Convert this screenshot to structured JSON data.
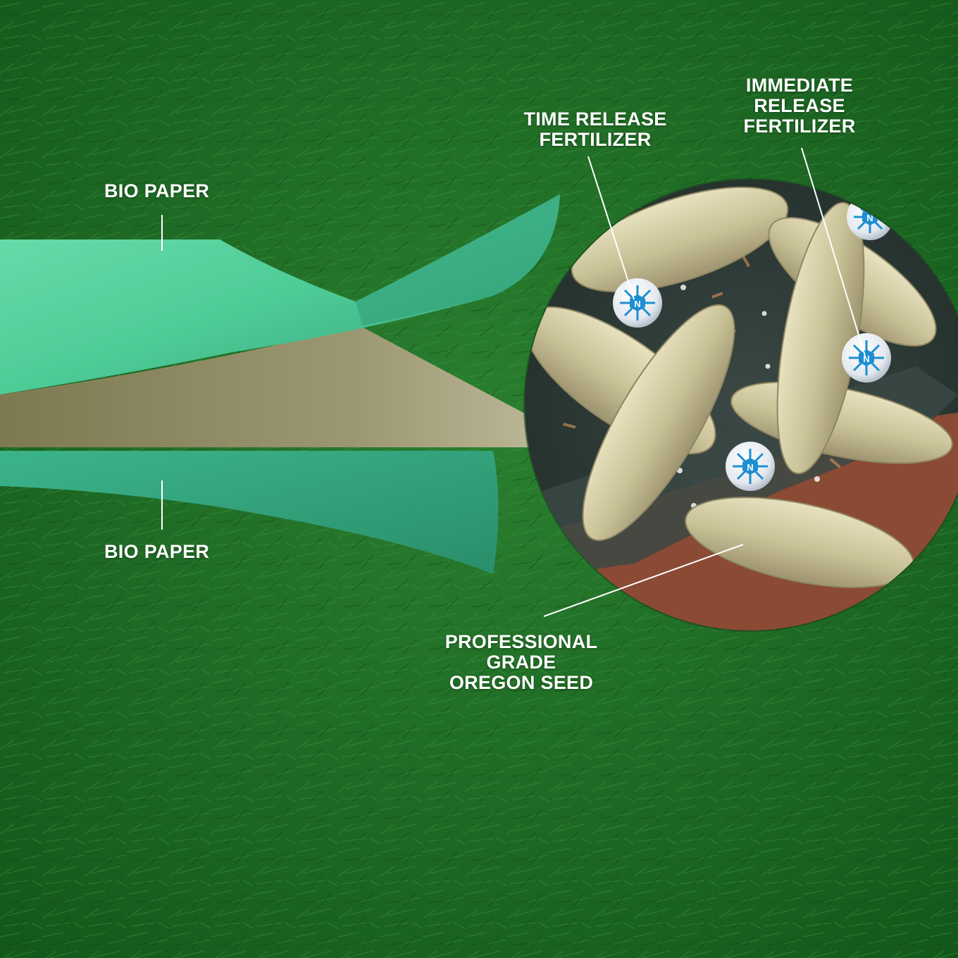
{
  "labels": {
    "bio_paper_top": "BIO PAPER",
    "bio_paper_bottom": "BIO PAPER",
    "time_release": [
      "TIME RELEASE",
      "FERTILIZER"
    ],
    "immediate_release": [
      "IMMEDIATE",
      "RELEASE",
      "FERTILIZER"
    ],
    "seed": [
      "PROFESSIONAL",
      "GRADE",
      "OREGON SEED"
    ]
  },
  "nutrient_symbol": "N",
  "colors": {
    "grass_dark": "#165a1c",
    "grass_light": "#2f8a34",
    "bio_paper": "#5fd9a6",
    "bio_paper_bottom": "#3aa984",
    "seed_layer": "#8f8a62",
    "seed": "#d6cfa8",
    "soil": "#8a4a34",
    "fertilizer_ball": "#f2f5f8",
    "fertilizer_accent": "#1d8fd1"
  },
  "icons": {
    "fertilizer": "nitrogen-ball-icon"
  }
}
